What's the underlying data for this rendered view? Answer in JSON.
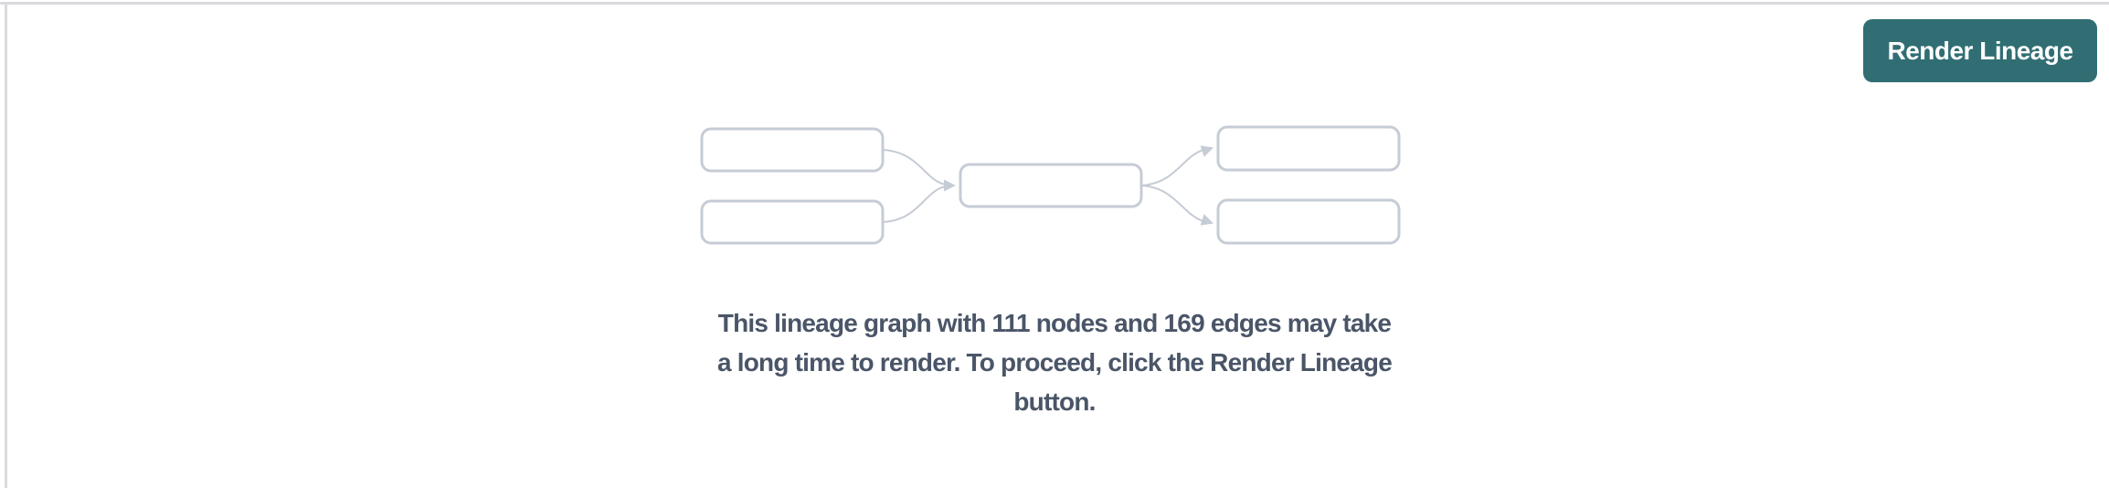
{
  "panel": {
    "background": "#ffffff",
    "border_color": "#d9dadd"
  },
  "toolbar": {
    "render_button_label": "Render Lineage",
    "render_button_color": "#316e74",
    "render_button_text_color": "#ffffff"
  },
  "empty_state": {
    "message": "This lineage graph with 111 nodes and 169 edges may take a long time to render. To proceed, click the Render Lineage button.",
    "lines": [
      "This lineage graph with 111 nodes and 169 edges may take",
      "a long time to render. To proceed, click the Render Lineage",
      "button."
    ],
    "node_count": "111",
    "edge_count": "169",
    "text_color": "#4a5568"
  },
  "illustration": {
    "name": "lineage-graph-placeholder",
    "stroke_color": "#c6ccd5"
  }
}
